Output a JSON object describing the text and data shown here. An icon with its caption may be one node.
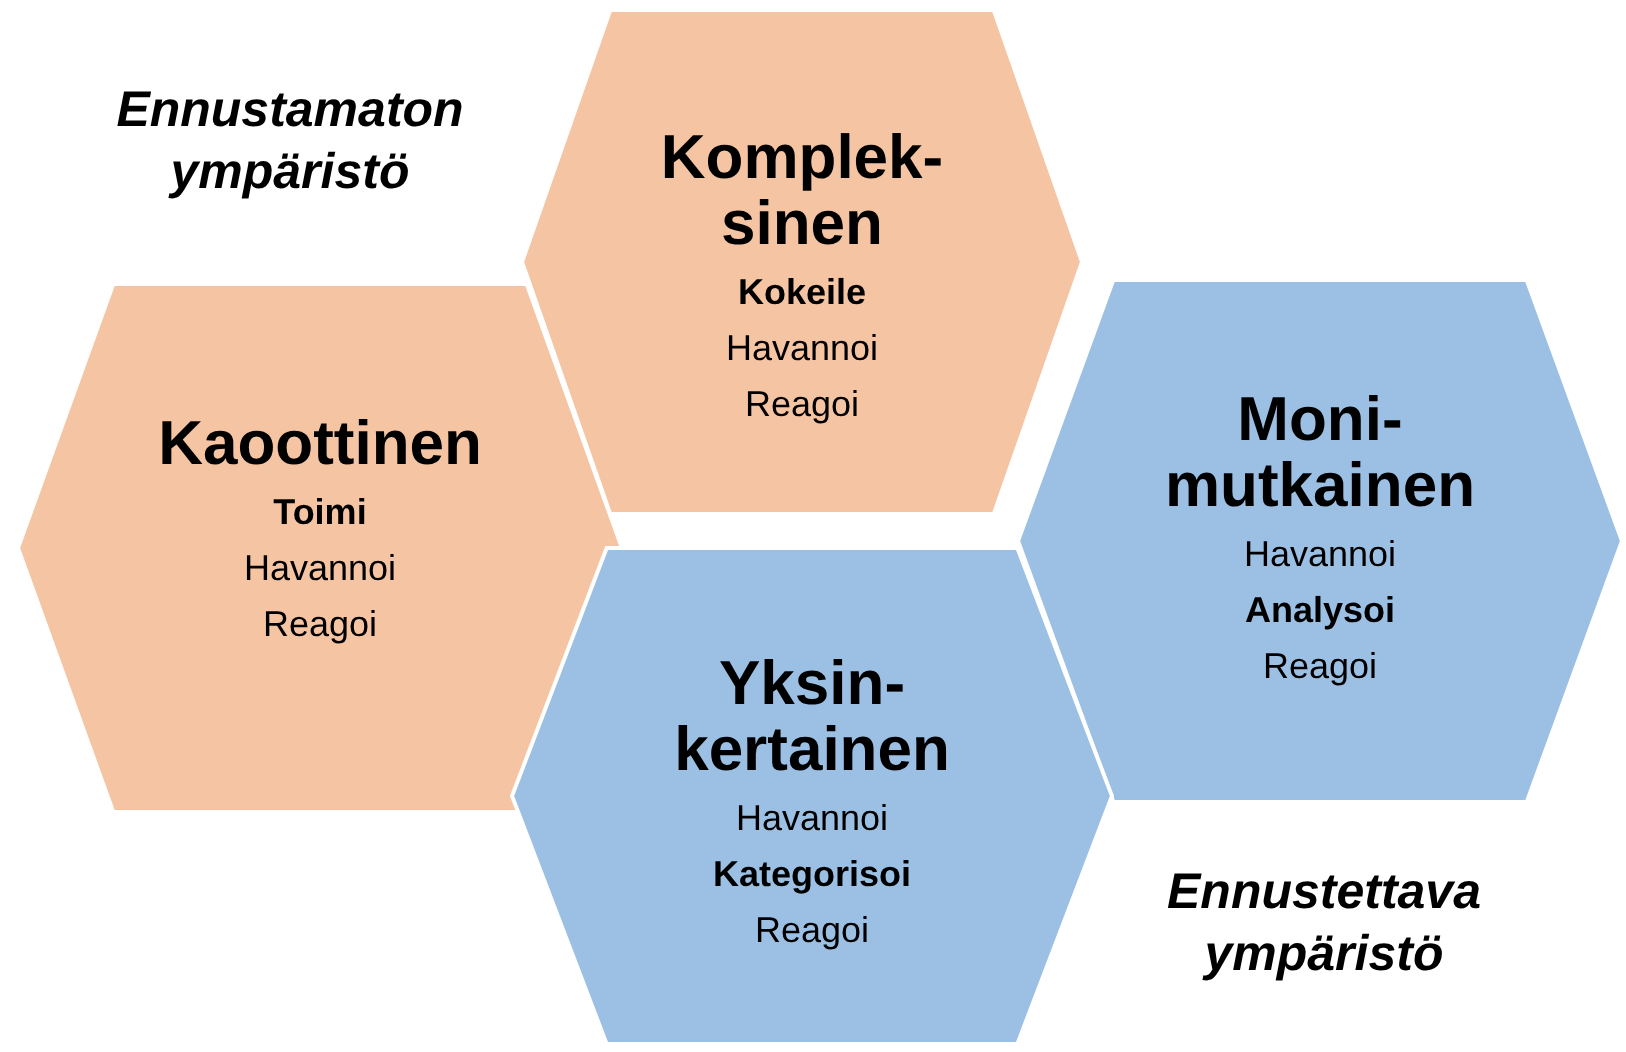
{
  "diagram": {
    "nodes": [
      {
        "text": [
          "Komplek- sinen",
          "Kokeile",
          "Havannoi",
          "Reagoi"
        ]
      },
      {
        "text": [
          "Kaoottinen",
          "Toimi",
          "Havannoi",
          "Reagoi"
        ]
      },
      {
        "text": [
          "Moni- mutkainen",
          "Havannoi",
          "Analysoi",
          "Reagoi"
        ]
      },
      {
        "text": [
          "Yksin- kertainen",
          "Havannoi",
          "Kategorisoi",
          "Reagoi"
        ]
      }
    ],
    "edges": [],
    "labels": [
      "Ennustamaton ympäristö",
      "Ennustettava ympäristö"
    ]
  }
}
